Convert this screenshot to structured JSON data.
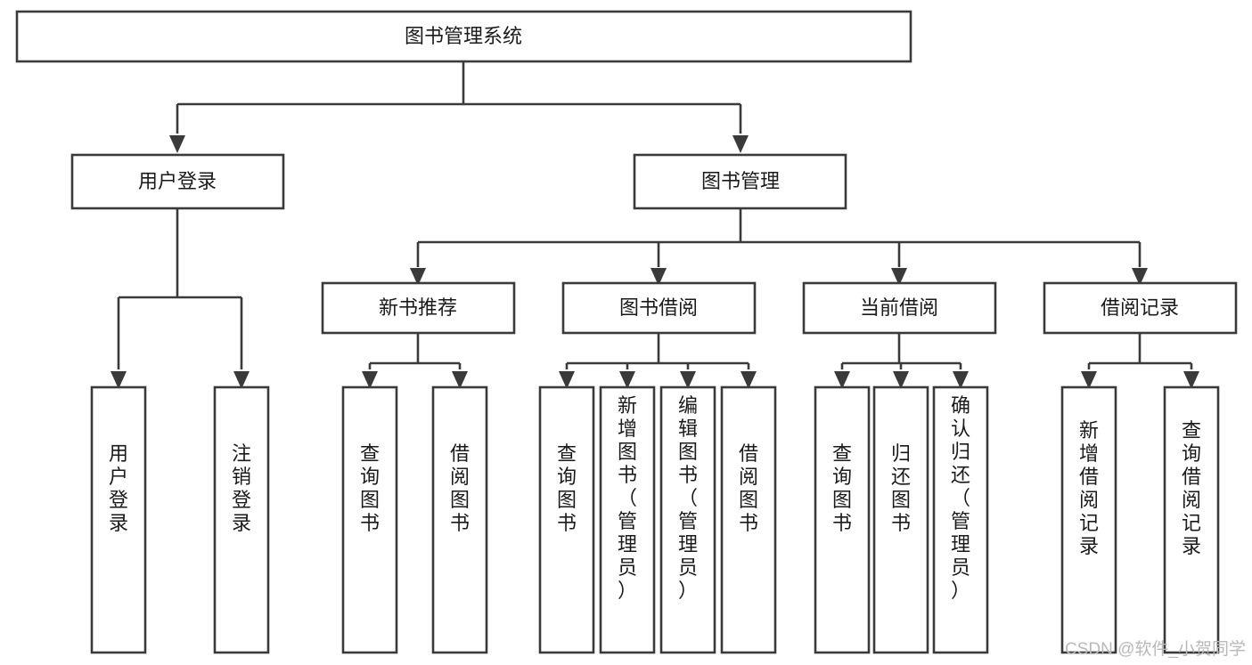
{
  "diagram": {
    "title": "图书管理系统",
    "type": "tree",
    "orientation": "top-down",
    "colors": {
      "box_stroke": "#3a3a3a",
      "box_fill": "#ffffff",
      "connector": "#3a3a3a",
      "text": "#1a1a1a",
      "background": "#ffffff",
      "watermark": "#b9b9b9"
    },
    "nodes": {
      "root": {
        "label": "图书管理系统"
      },
      "level1": [
        {
          "id": "user-login",
          "label": "用户登录"
        },
        {
          "id": "book-management",
          "label": "图书管理"
        }
      ],
      "level2": [
        {
          "id": "new-book-recommend",
          "label": "新书推荐"
        },
        {
          "id": "book-borrow",
          "label": "图书借阅"
        },
        {
          "id": "current-borrow",
          "label": "当前借阅"
        },
        {
          "id": "borrow-record",
          "label": "借阅记录"
        }
      ],
      "leaves": {
        "user-login": [
          {
            "id": "leaf-user-login",
            "label": "用户登录"
          },
          {
            "id": "leaf-logout-login",
            "label": "注销登录"
          }
        ],
        "new-book-recommend": [
          {
            "id": "leaf-query-book-1",
            "label": "查询图书"
          },
          {
            "id": "leaf-borrow-book-1",
            "label": "借阅图书"
          }
        ],
        "book-borrow": [
          {
            "id": "leaf-query-book-2",
            "label": "查询图书"
          },
          {
            "id": "leaf-add-book",
            "label": "新增图书（管理员）"
          },
          {
            "id": "leaf-edit-book",
            "label": "编辑图书（管理员）"
          },
          {
            "id": "leaf-borrow-book-2",
            "label": "借阅图书"
          }
        ],
        "current-borrow": [
          {
            "id": "leaf-query-book-3",
            "label": "查询图书"
          },
          {
            "id": "leaf-return-book",
            "label": "归还图书"
          },
          {
            "id": "leaf-confirm-return",
            "label": "确认归还（管理员）"
          }
        ],
        "borrow-record": [
          {
            "id": "leaf-add-record",
            "label": "新增借阅记录"
          },
          {
            "id": "leaf-query-record",
            "label": "查询借阅记录"
          }
        ]
      }
    },
    "watermark": "CSDN @软件_小贺同学"
  }
}
